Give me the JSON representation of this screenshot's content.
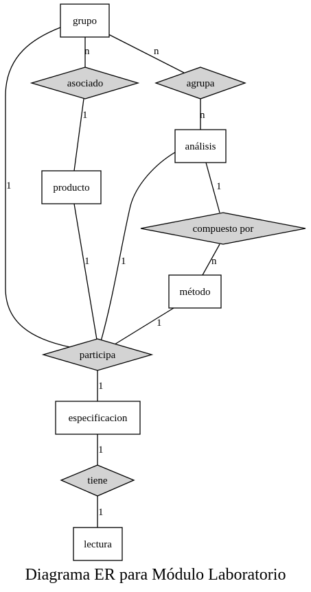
{
  "caption": "Diagrama ER para Módulo Laboratorio",
  "colors": {
    "entity_fill": "#ffffff",
    "relationship_fill": "#d3d3d3",
    "stroke": "#000000",
    "background": "#ffffff"
  },
  "entities": {
    "grupo": "grupo",
    "producto": "producto",
    "analisis": "análisis",
    "metodo": "método",
    "especificacion": "especificacion",
    "lectura": "lectura"
  },
  "relationships": {
    "asociado": "asociado",
    "agrupa": "agrupa",
    "compuesto_por": "compuesto por",
    "participa": "participa",
    "tiene": "tiene"
  },
  "edges": [
    {
      "id": "grupo-asociado",
      "from": "grupo",
      "to": "asociado",
      "cardinality": "n"
    },
    {
      "id": "grupo-agrupa",
      "from": "grupo",
      "to": "agrupa",
      "cardinality": "n"
    },
    {
      "id": "asociado-producto",
      "from": "asociado",
      "to": "producto",
      "cardinality": "1"
    },
    {
      "id": "agrupa-analisis",
      "from": "agrupa",
      "to": "analisis",
      "cardinality": "n"
    },
    {
      "id": "grupo-participa",
      "from": "grupo",
      "to": "participa",
      "cardinality": "1"
    },
    {
      "id": "analisis-compuesto",
      "from": "analisis",
      "to": "compuesto_por",
      "cardinality": "1"
    },
    {
      "id": "producto-participa",
      "from": "producto",
      "to": "participa",
      "cardinality": "1"
    },
    {
      "id": "analisis-participa",
      "from": "analisis",
      "to": "participa",
      "cardinality": "1"
    },
    {
      "id": "compuesto-metodo",
      "from": "compuesto_por",
      "to": "metodo",
      "cardinality": "n"
    },
    {
      "id": "metodo-participa",
      "from": "metodo",
      "to": "participa",
      "cardinality": "1"
    },
    {
      "id": "participa-especificacion",
      "from": "participa",
      "to": "especificacion",
      "cardinality": "1"
    },
    {
      "id": "especificacion-tiene",
      "from": "especificacion",
      "to": "tiene",
      "cardinality": "1"
    },
    {
      "id": "tiene-lectura",
      "from": "tiene",
      "to": "lectura",
      "cardinality": "1"
    }
  ]
}
